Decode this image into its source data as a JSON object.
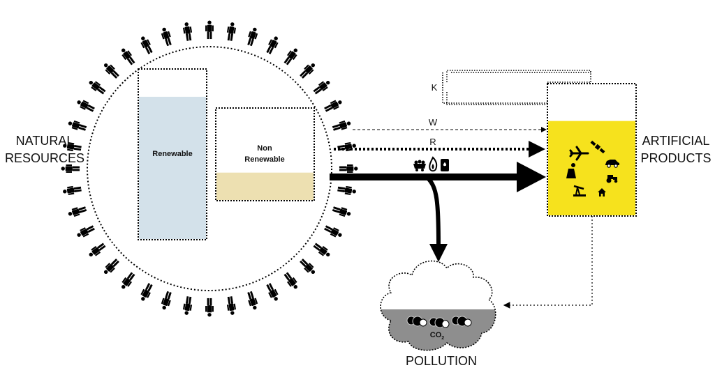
{
  "labels": {
    "natural_resources": [
      "NATURAL",
      "RESOURCES"
    ],
    "artificial_products": [
      "ARTIFICIAL",
      "PRODUCTS"
    ],
    "pollution": "POLLUTION",
    "renewable": "Renewable",
    "non_renewable": [
      "Non",
      "Renewable"
    ],
    "flow_k": "K",
    "flow_w": "W",
    "flow_r": "R",
    "co2": "CO",
    "co2_sub": "2"
  },
  "colors": {
    "renewable_fill": "#d3e1ea",
    "non_renewable_fill": "#ede0b1",
    "products_fill": "#f6e21d",
    "pollution_fill": "#8e8e8e",
    "ink": "#000000"
  },
  "levels": {
    "renewable_fill_fraction": 0.84,
    "non_renewable_fill_fraction": 0.3,
    "products_fill_fraction": 0.72,
    "pollution_fill_fraction": 0.45
  },
  "people_count": 40,
  "icons": {
    "flow_sources": [
      "coal-cart-icon",
      "gas-flame-icon",
      "oil-barrel-icon"
    ],
    "products": [
      "airplane-icon",
      "satellite-icon",
      "car-icon",
      "tractor-icon",
      "power-plant-icon",
      "oil-pump-icon",
      "house-icon"
    ]
  }
}
